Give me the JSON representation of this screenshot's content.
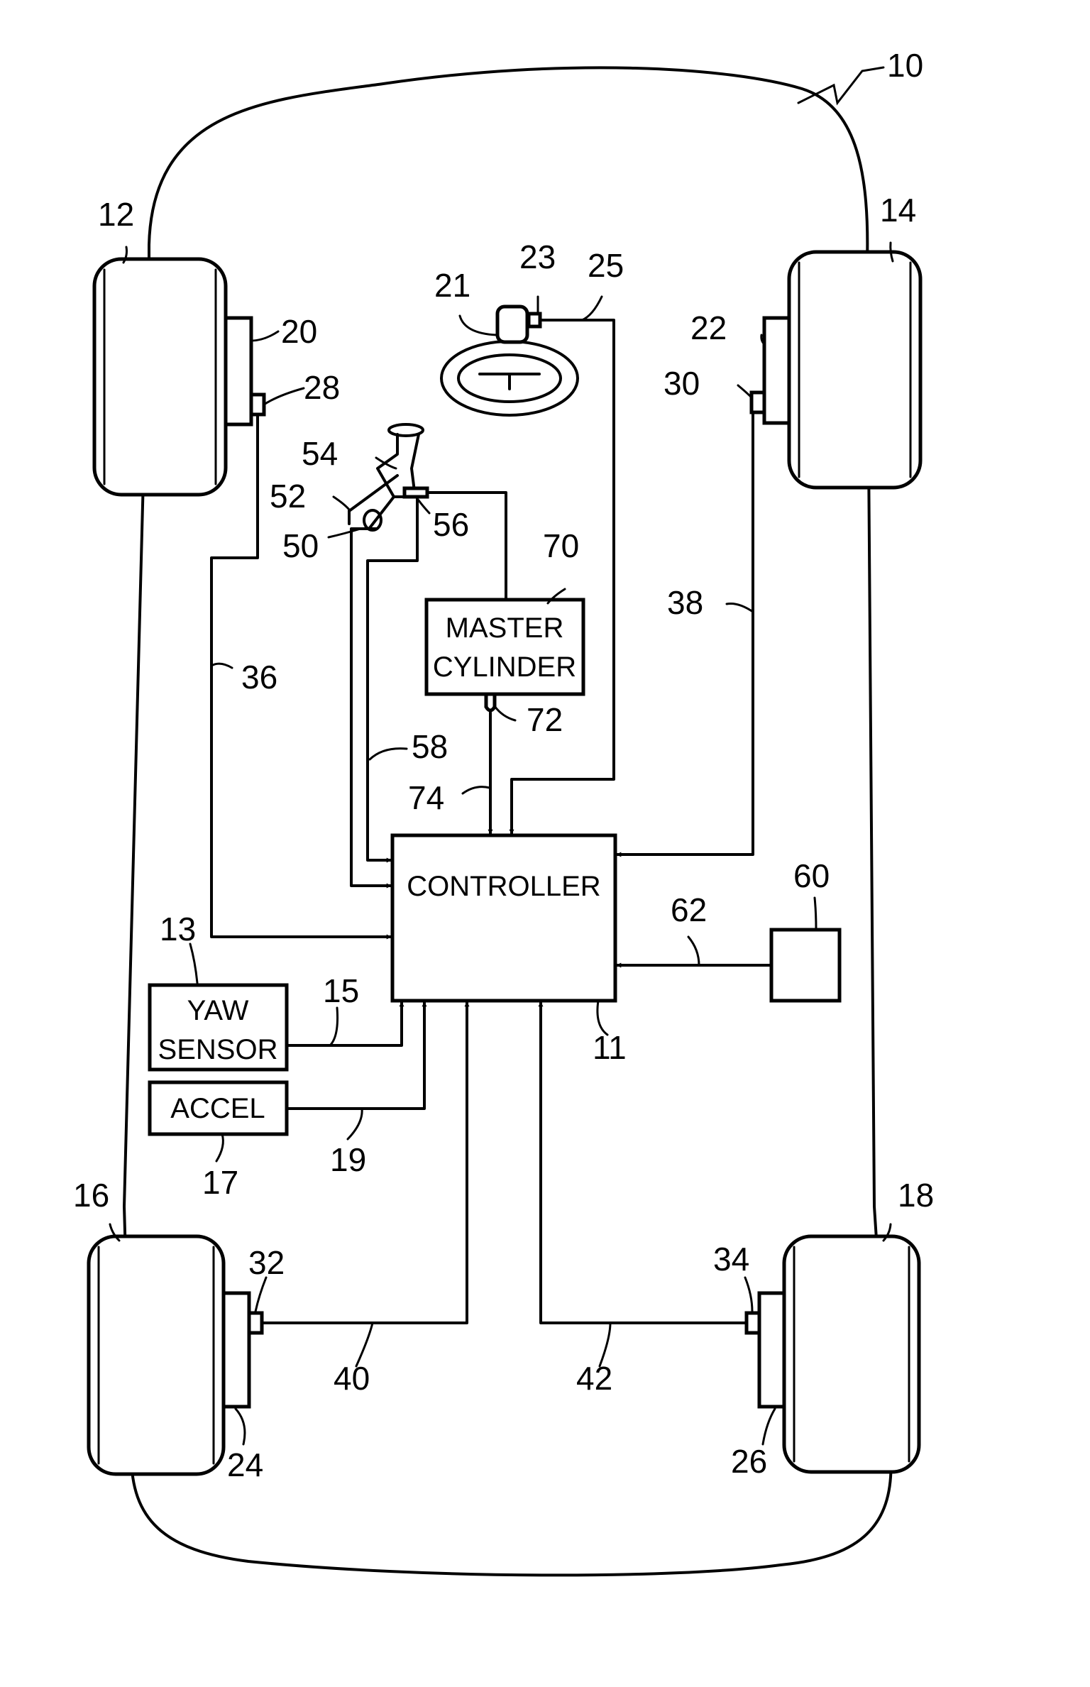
{
  "boxes": {
    "controller": "CONTROLLER",
    "master_cylinder_l1": "MASTER",
    "master_cylinder_l2": "CYLINDER",
    "yaw_sensor_l1": "YAW",
    "yaw_sensor_l2": "SENSOR",
    "accel": "ACCEL"
  },
  "refs": {
    "vehicle": "10",
    "controller": "11",
    "wheel_front_left": "12",
    "yaw_sensor": "13",
    "wheel_front_right": "14",
    "yaw_line": "15",
    "wheel_rear_left": "16",
    "accel": "17",
    "wheel_rear_right": "18",
    "accel_line": "19",
    "brake_fl": "20",
    "steering_wheel": "21",
    "brake_fr": "22",
    "steering_sensor": "23",
    "brake_rl": "24",
    "steering_line": "25",
    "brake_rr": "26",
    "speed_sensor_fl": "28",
    "speed_sensor_fr": "30",
    "speed_sensor_rl": "32",
    "speed_sensor_rr": "34",
    "line_fl": "36",
    "line_fr": "38",
    "line_rl": "40",
    "line_rr": "42",
    "pedal_pivot": "50",
    "pedal_bracket": "52",
    "brake_pedal": "54",
    "pedal_sensor": "56",
    "pedal_line": "58",
    "device_60": "60",
    "line_62": "62",
    "master_cylinder": "70",
    "pressure_sensor": "72",
    "pressure_line": "74"
  }
}
